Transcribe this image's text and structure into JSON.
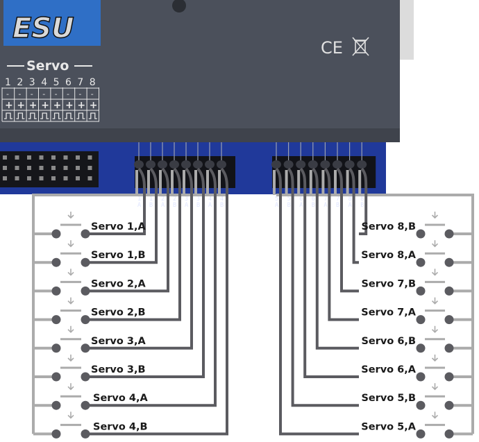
{
  "device": {
    "logo_text": "ESU",
    "section_title": "Servo",
    "channel_numbers": [
      "1",
      "2",
      "3",
      "4",
      "5",
      "6",
      "7",
      "8"
    ],
    "row_minus": "-",
    "row_plus": "+",
    "ce_mark": "CE",
    "left_header_pins": [
      [
        "1",
        "A"
      ],
      [
        "1",
        "B"
      ],
      [
        "2",
        "A"
      ],
      [
        "2",
        "B"
      ],
      [
        "3",
        "A"
      ],
      [
        "3",
        "B"
      ],
      [
        "4",
        "A"
      ],
      [
        "4",
        "B"
      ]
    ],
    "right_header_pins": [
      [
        "5",
        "A"
      ],
      [
        "5",
        "B"
      ],
      [
        "6",
        "A"
      ],
      [
        "6",
        "B"
      ],
      [
        "7",
        "A"
      ],
      [
        "7",
        "B"
      ],
      [
        "8",
        "A"
      ],
      [
        "8",
        "B"
      ]
    ]
  },
  "colors": {
    "case": "#4b505b",
    "pcb": "#20399a",
    "logo_bg": "#2f6fc6",
    "signal_wire": "#5b5b60",
    "common_wire": "#ababab"
  },
  "buttons": {
    "left": [
      "Servo 1,A",
      "Servo 1,B",
      "Servo 2,A",
      "Servo 2,B",
      "Servo 3,A",
      "Servo 3,B",
      "Servo 4,A",
      "Servo 4,B"
    ],
    "right": [
      "Servo 8,B",
      "Servo 8,A",
      "Servo 7,B",
      "Servo 7,A",
      "Servo 6,B",
      "Servo 6,A",
      "Servo 5,B",
      "Servo 5,A"
    ]
  }
}
